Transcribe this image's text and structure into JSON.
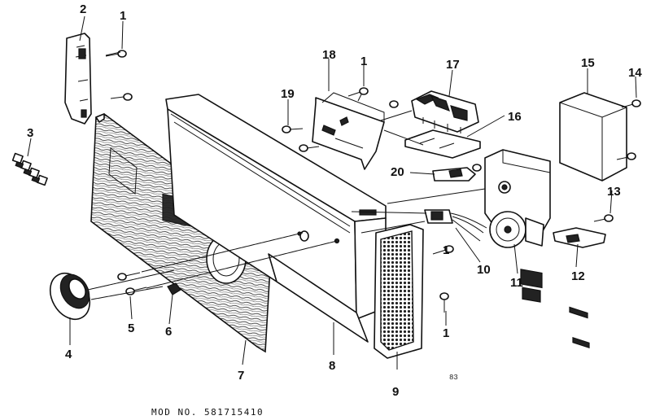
{
  "diagram": {
    "callouts": [
      "2",
      "1",
      "18",
      "1",
      "17",
      "15",
      "14",
      "3",
      "19",
      "16",
      "20",
      "13",
      "1",
      "10",
      "11",
      "12",
      "5",
      "6",
      "4",
      "7",
      "8",
      "9",
      "1"
    ],
    "page_code": "83",
    "model_label": "MOD NO. 581715410"
  }
}
